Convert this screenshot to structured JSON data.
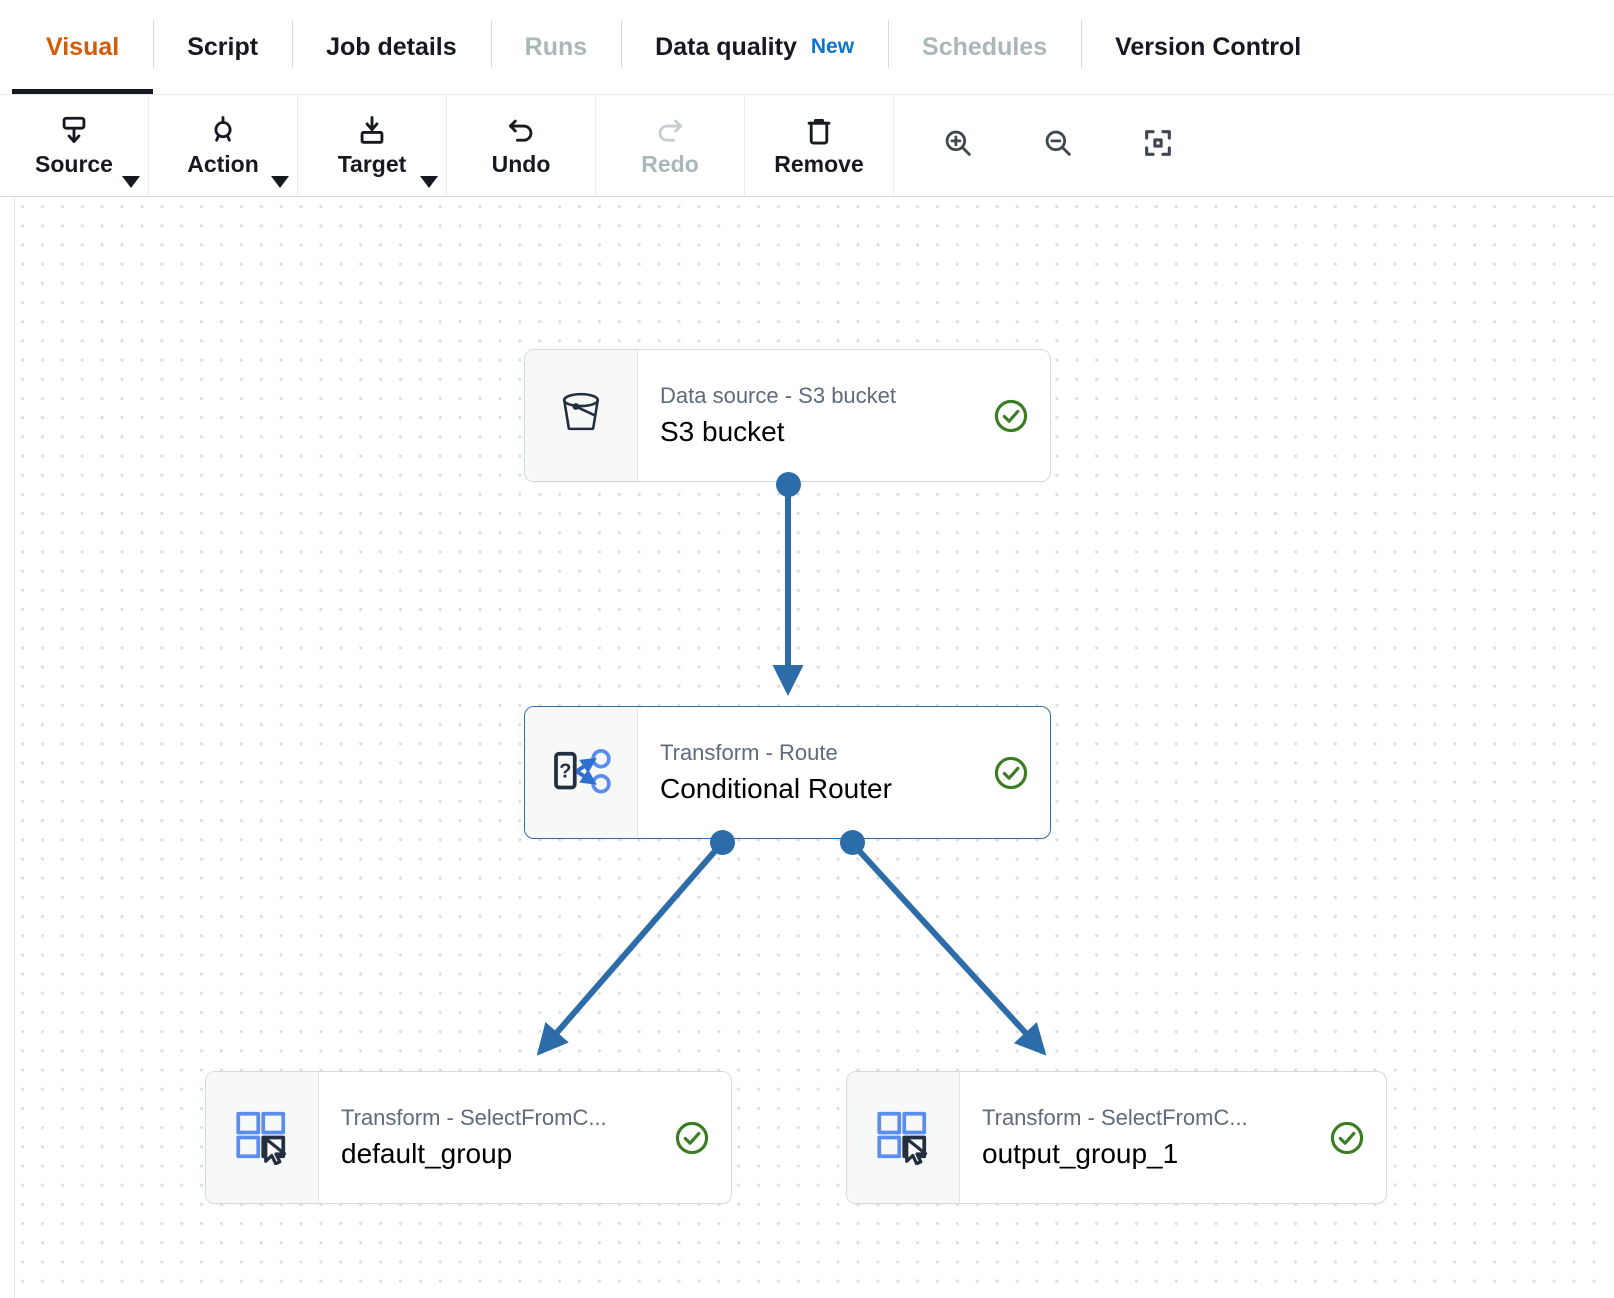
{
  "tabs": [
    {
      "label": "Visual",
      "state": "active",
      "name": "tab-visual"
    },
    {
      "label": "Script",
      "state": "normal",
      "name": "tab-script"
    },
    {
      "label": "Job details",
      "state": "normal",
      "name": "tab-job-details"
    },
    {
      "label": "Runs",
      "state": "disabled",
      "name": "tab-runs"
    },
    {
      "label": "Data quality",
      "state": "normal",
      "name": "tab-data-quality",
      "badge": "New"
    },
    {
      "label": "Schedules",
      "state": "disabled",
      "name": "tab-schedules"
    },
    {
      "label": "Version Control",
      "state": "normal",
      "name": "tab-version-control"
    }
  ],
  "toolbar": {
    "source_label": "Source",
    "action_label": "Action",
    "target_label": "Target",
    "undo_label": "Undo",
    "redo_label": "Redo",
    "remove_label": "Remove",
    "zoom_in_icon": "zoom-in-icon",
    "zoom_out_icon": "zoom-out-icon",
    "fit_icon": "fit-to-screen-icon"
  },
  "canvas": {
    "nodes": [
      {
        "id": "s3",
        "subtitle": "Data source - S3 bucket",
        "title": "S3 bucket",
        "icon": "s3-bucket-icon",
        "status": "valid",
        "selected": false
      },
      {
        "id": "router",
        "subtitle": "Transform - Route",
        "title": "Conditional Router",
        "icon": "route-icon",
        "status": "valid",
        "selected": true
      },
      {
        "id": "default_group",
        "subtitle": "Transform - SelectFromC...",
        "title": "default_group",
        "icon": "select-from-collection-icon",
        "status": "valid",
        "selected": false
      },
      {
        "id": "output_group_1",
        "subtitle": "Transform - SelectFromC...",
        "title": "output_group_1",
        "icon": "select-from-collection-icon",
        "status": "valid",
        "selected": false
      }
    ],
    "edges": [
      {
        "from": "s3",
        "to": "default_group_parent"
      },
      {
        "from": "router",
        "to": "default_group"
      },
      {
        "from": "router",
        "to": "output_group_1"
      }
    ]
  },
  "colors": {
    "accent_orange": "#d45b07",
    "link_blue": "#0972d3",
    "edge_blue": "#2c6ca8",
    "status_green": "#3a7d22",
    "muted_text": "#5f6b7a",
    "disabled_text": "#aab7b8"
  }
}
